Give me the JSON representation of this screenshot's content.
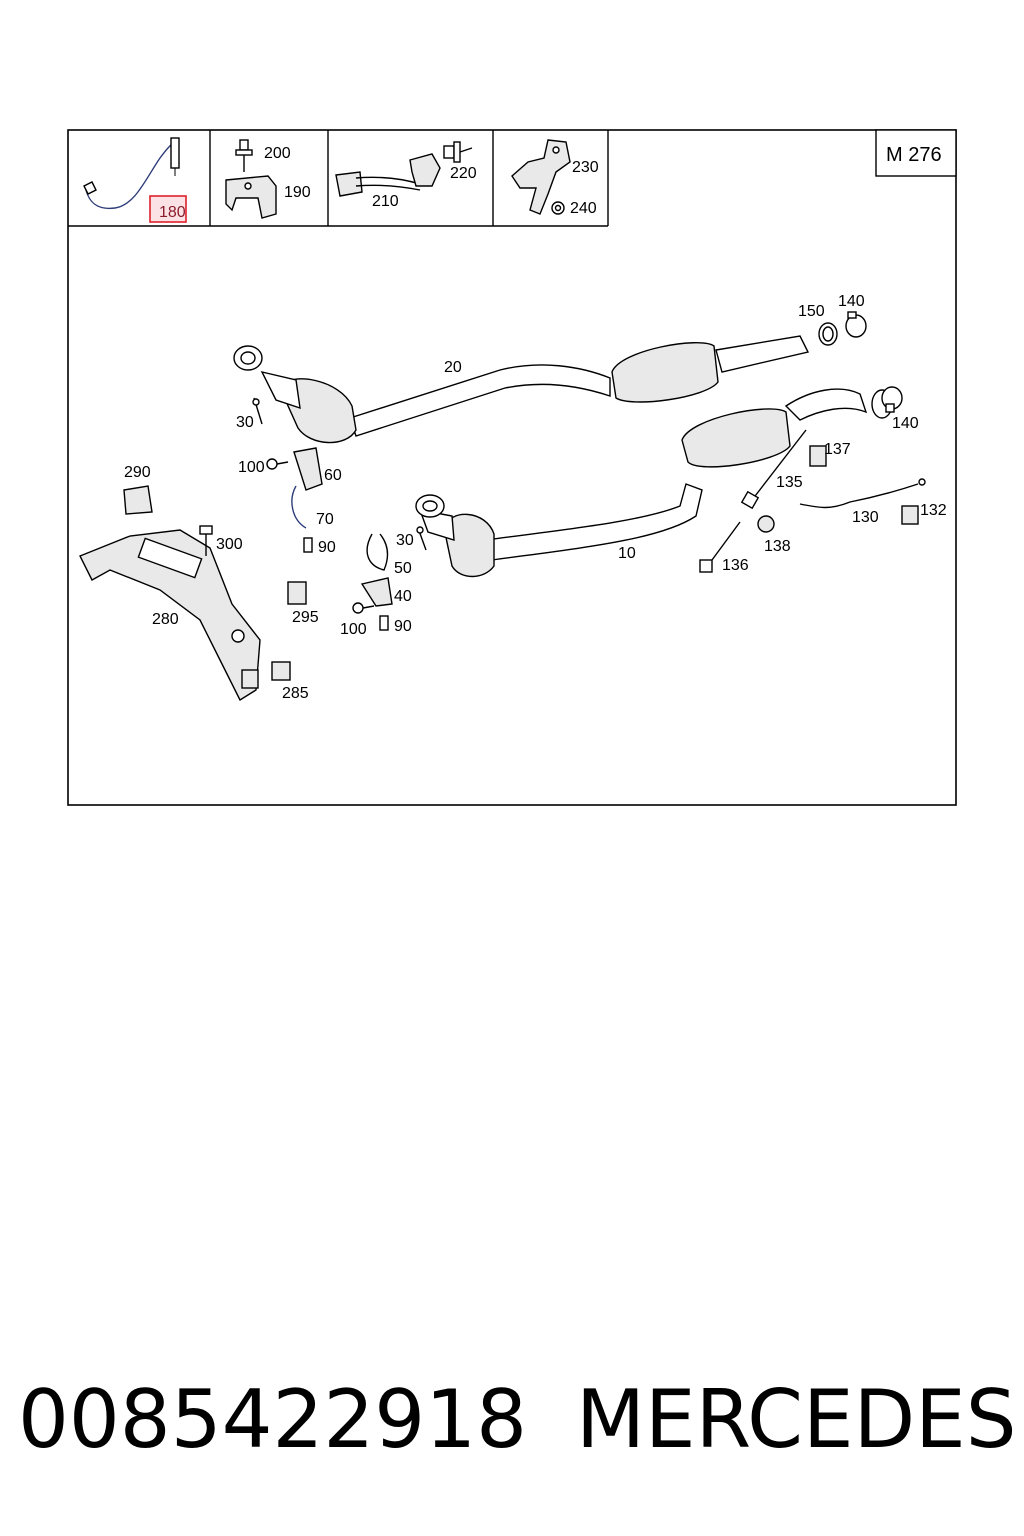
{
  "diagram": {
    "model_code": "M 276",
    "header_cells": [
      {
        "labels": [
          "180"
        ],
        "highlighted": "180"
      },
      {
        "labels": [
          "200",
          "190"
        ]
      },
      {
        "labels": [
          "210",
          "220"
        ]
      },
      {
        "labels": [
          "230",
          "240"
        ]
      }
    ],
    "callouts": [
      "10",
      "20",
      "30",
      "30",
      "40",
      "50",
      "60",
      "70",
      "90",
      "90",
      "100",
      "100",
      "130",
      "132",
      "135",
      "136",
      "137",
      "138",
      "140",
      "140",
      "150",
      "280",
      "285",
      "290",
      "295",
      "300"
    ],
    "highlight_color": "#e0202c"
  },
  "footer": {
    "part_number": "0085422918",
    "brand": "MERCEDES"
  }
}
